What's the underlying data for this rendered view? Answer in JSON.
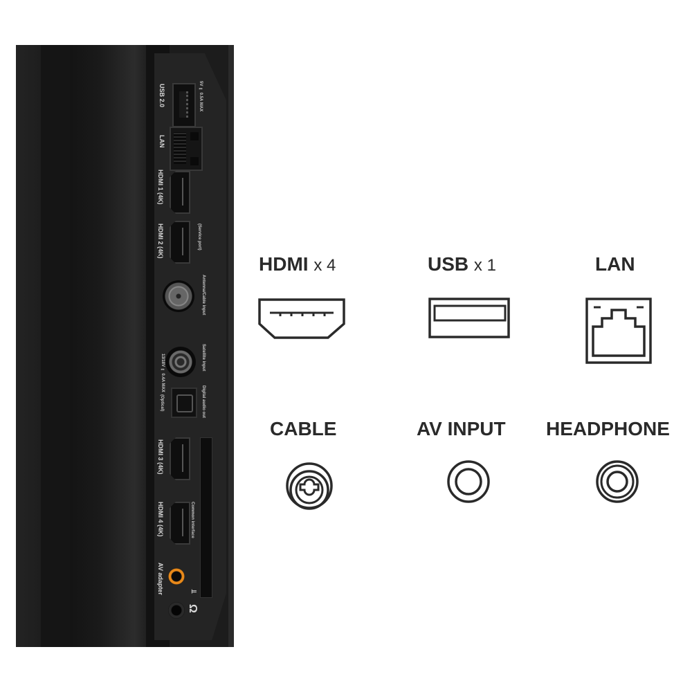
{
  "tv_panel": {
    "ports": [
      {
        "id": "usb",
        "label": "USB 2.0",
        "sublabel": "5V ⎓ 0.5A MAX"
      },
      {
        "id": "lan",
        "label": "LAN"
      },
      {
        "id": "hdmi1",
        "label": "HDMI 1 (4K)"
      },
      {
        "id": "hdmi2",
        "label": "HDMI 2 (4K)",
        "sublabel": "(Service port)"
      },
      {
        "id": "antenna",
        "label": "Antenna/Cable input"
      },
      {
        "id": "satellite",
        "label": "Satellite input",
        "sublabel": "13/18V ⎓ 0.4A MAX"
      },
      {
        "id": "optical",
        "label": "Digital audio out",
        "sublabel": "(Optical)"
      },
      {
        "id": "hdmi3",
        "label": "HDMI 3 (4K)"
      },
      {
        "id": "ci",
        "label": "Common interface"
      },
      {
        "id": "hdmi4",
        "label": "HDMI 4 (4K)"
      },
      {
        "id": "av",
        "label": "AV adapter"
      }
    ],
    "accent_color": "#e8891a"
  },
  "legend": {
    "items": [
      {
        "name": "HDMI",
        "count": "x 4",
        "icon": "hdmi-icon"
      },
      {
        "name": "USB",
        "count": "x 1",
        "icon": "usb-icon"
      },
      {
        "name": "LAN",
        "count": "",
        "icon": "lan-icon"
      },
      {
        "name": "CABLE",
        "count": "",
        "icon": "cable-icon"
      },
      {
        "name": "AV INPUT",
        "count": "",
        "icon": "av-input-icon"
      },
      {
        "name": "HEADPHONE",
        "count": "",
        "icon": "headphone-icon"
      }
    ],
    "text_color": "#2a2a2a"
  }
}
